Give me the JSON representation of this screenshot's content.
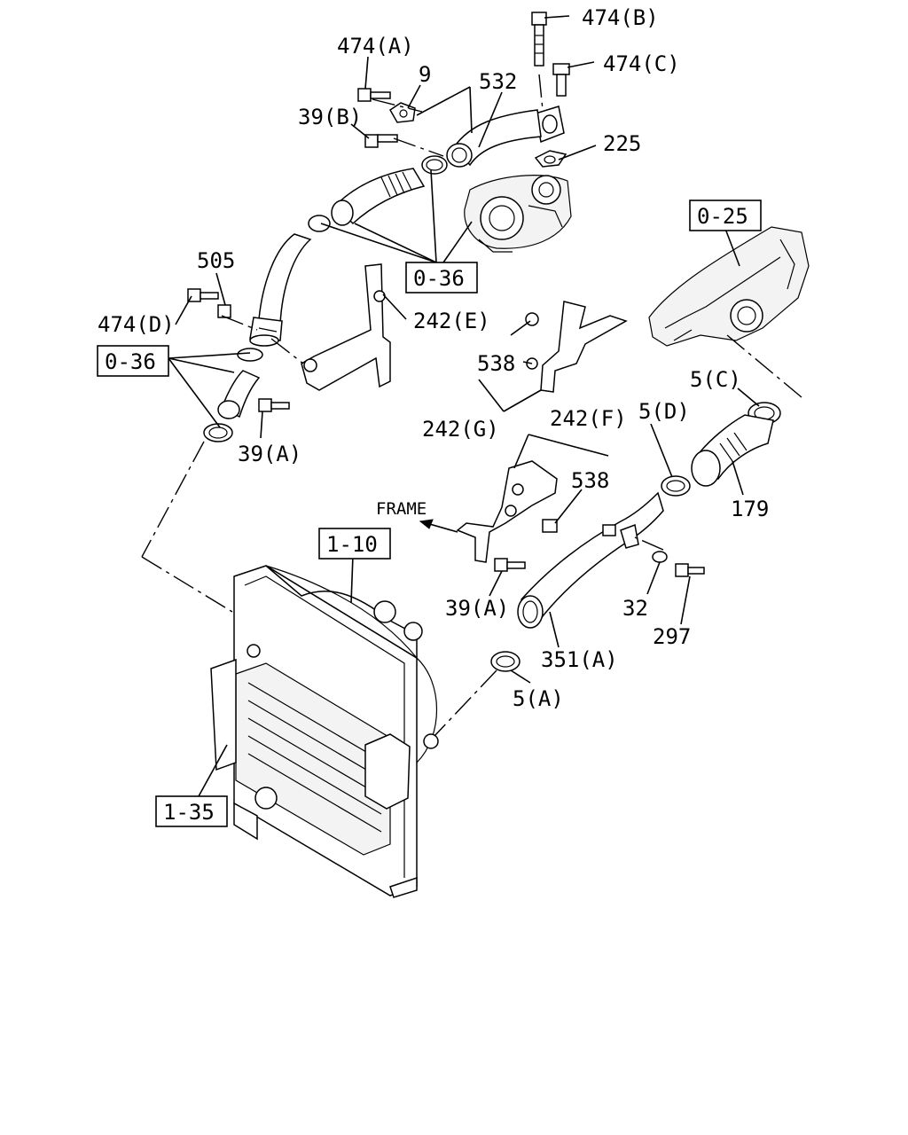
{
  "labels": {
    "l474b": "474(B)",
    "l474c": "474(C)",
    "l474a": "474(A)",
    "l9": "9",
    "l532": "532",
    "l39b": "39(B)",
    "l225": "225",
    "l025": "0-25",
    "l036_top": "0-36",
    "l505": "505",
    "l474d": "474(D)",
    "l242e": "242(E)",
    "l538_upper": "538",
    "l036_left": "0-36",
    "l242g": "242(G)",
    "l39a_left": "39(A)",
    "l242f": "242(F)",
    "l5d": "5(D)",
    "l5c": "5(C)",
    "l538_lower": "538",
    "l179": "179",
    "lframe": "FRAME",
    "l110": "1-10",
    "l39a_right": "39(A)",
    "l32": "32",
    "l297": "297",
    "l351a": "351(A)",
    "l5a": "5(A)",
    "l135": "1-35"
  }
}
